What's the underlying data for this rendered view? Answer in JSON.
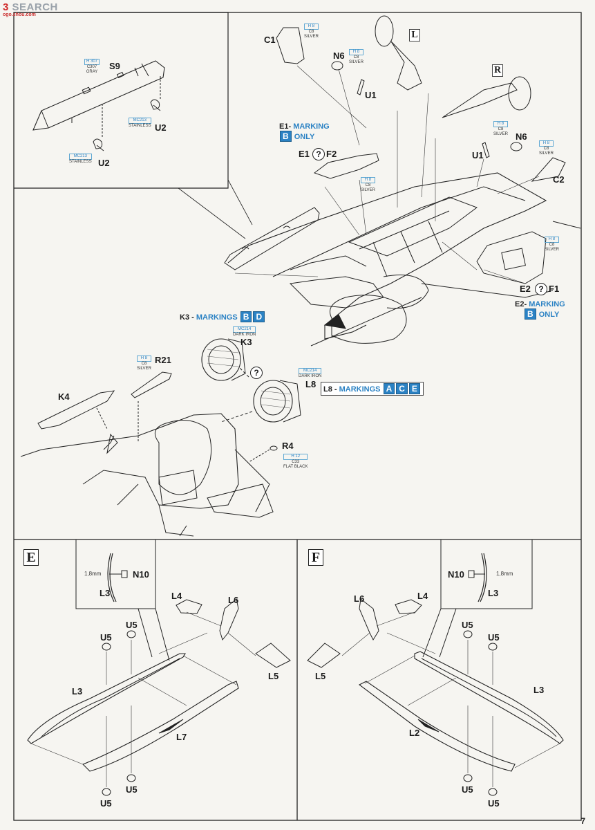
{
  "watermark": {
    "prefix": "3",
    "site": "SEARCH",
    "sub": "ogo.shou.com"
  },
  "page_number": "7",
  "top": {
    "parts": {
      "S9": "S9",
      "U2a": "U2",
      "U2b": "U2",
      "C1": "C1",
      "N6a": "N6",
      "U1a": "U1",
      "N6b": "N6",
      "U1b": "U1",
      "C2": "C2",
      "E1": "E1",
      "F2": "F2",
      "E2": "E2",
      "F1": "F1",
      "K3": "K3",
      "L8": "L8",
      "R21": "R21",
      "K4": "K4",
      "R4": "R4"
    },
    "side_marks": {
      "left": "L",
      "right": "R"
    },
    "paints": {
      "s9": {
        "h": "H 307",
        "c": "C307",
        "name": "GRAY"
      },
      "u2a": {
        "h": "MC213",
        "name": "STAINLESS"
      },
      "u2b": {
        "h": "MC213",
        "name": "STAINLESS"
      },
      "c1": {
        "h": "H 8",
        "c": "C8",
        "name": "SILVER"
      },
      "n6a": {
        "h": "H 8",
        "c": "C8",
        "name": "SILVER"
      },
      "n6b": {
        "h": "H 8",
        "c": "C8",
        "name": "SILVER"
      },
      "f2": {
        "h": "H 8",
        "c": "C8",
        "name": "SILVER"
      },
      "f1": {
        "h": "H 8",
        "c": "C8",
        "name": "SILVER"
      },
      "k3": {
        "h": "MC214",
        "name": "DARK IRON"
      },
      "l8": {
        "h": "MC214",
        "name": "DARK IRON"
      },
      "r21": {
        "h": "H 8",
        "c": "C8",
        "name": "SILVER"
      },
      "r4": {
        "h": "H 12",
        "c": "C33",
        "name": "FLAT BLACK"
      }
    },
    "markings": {
      "e1": {
        "prefix": "E1-",
        "word": "MARKING",
        "letter": "B",
        "suffix": "ONLY"
      },
      "e2": {
        "prefix": "E2-",
        "word": "MARKING",
        "letter": "B",
        "suffix": "ONLY"
      },
      "k3": {
        "prefix": "K3 - ",
        "word": "MARKINGS",
        "letters": [
          "B",
          "D"
        ]
      },
      "l8": {
        "prefix": "L8 - ",
        "word": "MARKINGS",
        "letters": [
          "A",
          "C",
          "E"
        ]
      }
    },
    "question": "?"
  },
  "stepE": {
    "label": "E",
    "parts": {
      "N10": "N10",
      "L3a": "L3",
      "L4": "L4",
      "L6": "L6",
      "U5a": "U5",
      "U5b": "U5",
      "L3b": "L3",
      "L5": "L5",
      "L7": "L7",
      "U5c": "U5",
      "U5d": "U5"
    },
    "dim": "1,8mm"
  },
  "stepF": {
    "label": "F",
    "parts": {
      "N10": "N10",
      "L3a": "L3",
      "L6": "L6",
      "L4": "L4",
      "U5a": "U5",
      "U5b": "U5",
      "L3b": "L3",
      "L5": "L5",
      "L2": "L2",
      "U5c": "U5",
      "U5d": "U5"
    },
    "dim": "1,8mm"
  }
}
